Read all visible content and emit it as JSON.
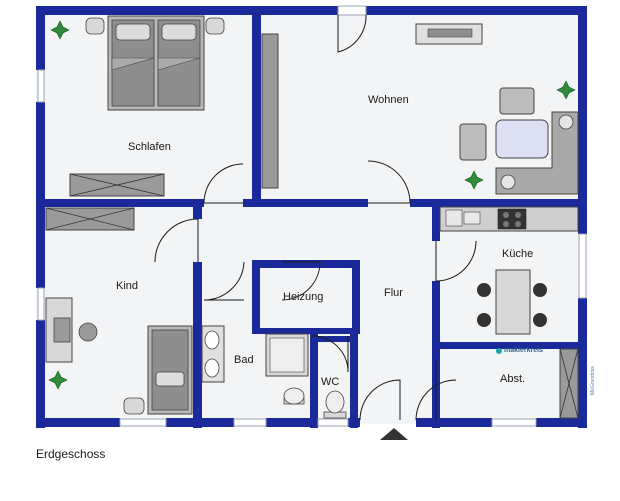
{
  "rooms": {
    "schlafen": "Schlafen",
    "wohnen": "Wohnen",
    "kind": "Kind",
    "kueche": "Küche",
    "heizung": "Heizung",
    "flur": "Flur",
    "bad": "Bad",
    "wc": "WC",
    "abst": "Abst."
  },
  "caption": "Erdgeschoss",
  "brand": "maklerkreis",
  "credit": "MeGrundriss",
  "colors": {
    "wall": "#1b2a9a",
    "floor": "#f3f4f6",
    "furniture": "#9a9a9a",
    "furniture_light": "#d8d8d8",
    "plant": "#2f8a3a"
  }
}
